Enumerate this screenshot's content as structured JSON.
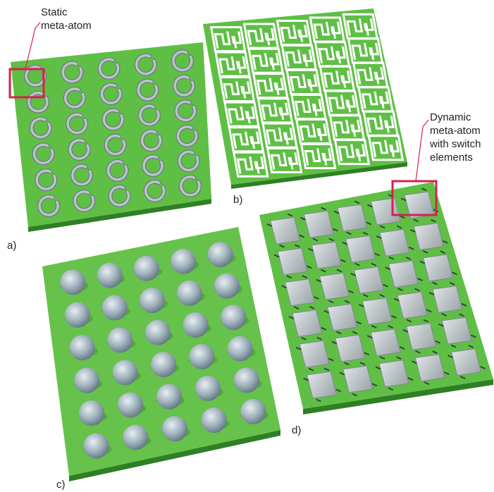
{
  "colors": {
    "substrate_top": "#5fbf45",
    "substrate_side": "#2f7f25",
    "metal": "#b9c4c9",
    "highlight": "#d8204f",
    "text": "#222222"
  },
  "panels": [
    {
      "id": "a",
      "label": "a)",
      "pattern": "split-ring-resonator",
      "rows": 6,
      "cols": 5
    },
    {
      "id": "b",
      "label": "b)",
      "pattern": "interlocking-meander",
      "rows": 6,
      "cols": 5
    },
    {
      "id": "c",
      "label": "c)",
      "pattern": "hemispheres",
      "rows": 6,
      "cols": 5
    },
    {
      "id": "d",
      "label": "d)",
      "pattern": "square-patches-with-switches",
      "rows": 6,
      "cols": 5
    }
  ],
  "annotations": {
    "static": [
      "Static",
      "meta-atom"
    ],
    "dynamic": [
      "Dynamic",
      "meta-atom",
      "with switch",
      "elements"
    ]
  }
}
